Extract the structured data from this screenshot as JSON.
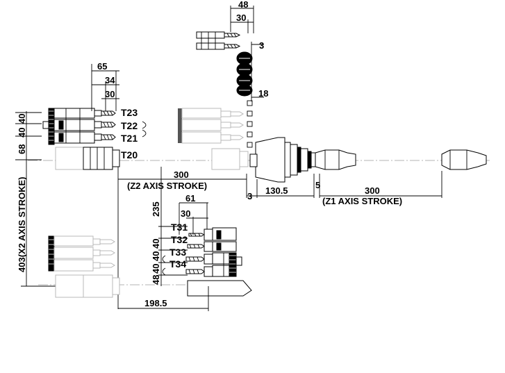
{
  "diagram": {
    "tool_labels": {
      "T23": "T23",
      "T22": "T22",
      "T21": "T21",
      "T20": "T20",
      "T31": "T31",
      "T32": "T32",
      "T33": "T33",
      "T34": "T34"
    },
    "dimensions": {
      "top_48": "48",
      "top_30": "30",
      "top_3": "3",
      "top_18": "18",
      "upper_65": "65",
      "upper_34": "34",
      "upper_30": "30",
      "left_40a": "40",
      "left_40b": "40",
      "left_68": "68",
      "stroke_300_z2": "300",
      "z2_stroke_label": "(Z2 AXIS STROKE)",
      "spindle_130_5": "130.5",
      "spindle_3": "3",
      "spindle_5": "5",
      "stroke_300_z1": "300",
      "z1_stroke_label": "(Z1 AXIS STROKE)",
      "x2_stroke": "403(X2 AXIS STROKE)",
      "vert_235": "235",
      "lower_61": "61",
      "lower_30": "30",
      "lower_40a": "40",
      "lower_40b": "40",
      "lower_40c": "40",
      "lower_48": "48",
      "bottom_198_5": "198.5"
    }
  }
}
